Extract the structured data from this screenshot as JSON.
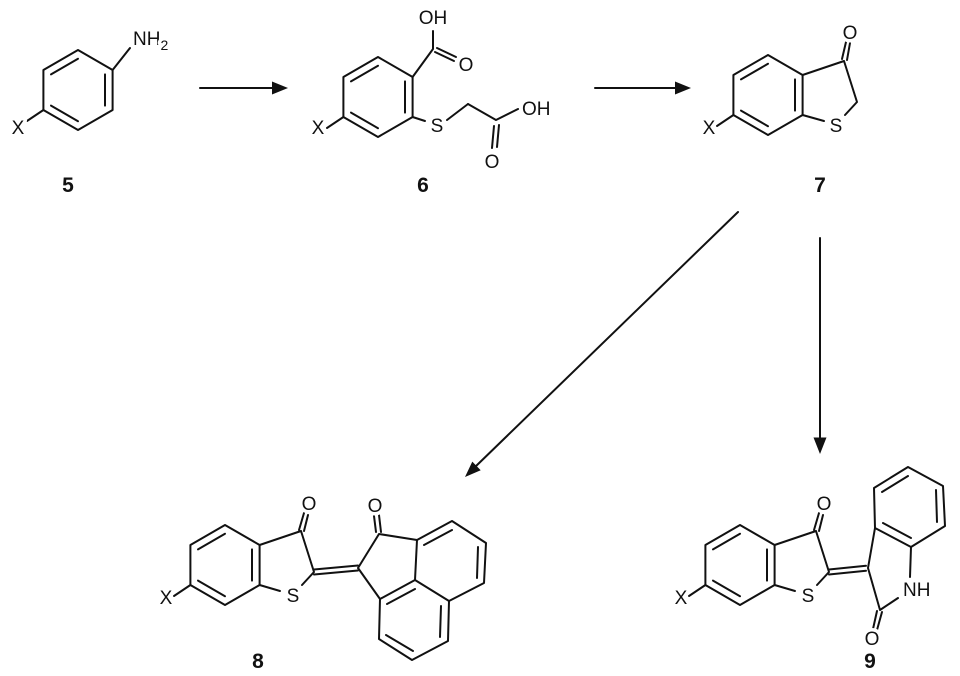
{
  "scheme": {
    "colors": {
      "ink": "#111111",
      "background": "#ffffff"
    },
    "compounds": {
      "c5": {
        "label": "5"
      },
      "c6": {
        "label": "6"
      },
      "c7": {
        "label": "7"
      },
      "c8": {
        "label": "8"
      },
      "c9": {
        "label": "9"
      }
    },
    "atom_labels": {
      "x": "X",
      "s": "S",
      "o": "O",
      "oh": "OH",
      "nh": "NH",
      "amine_base": "NH",
      "amine_subscript": "2"
    }
  }
}
